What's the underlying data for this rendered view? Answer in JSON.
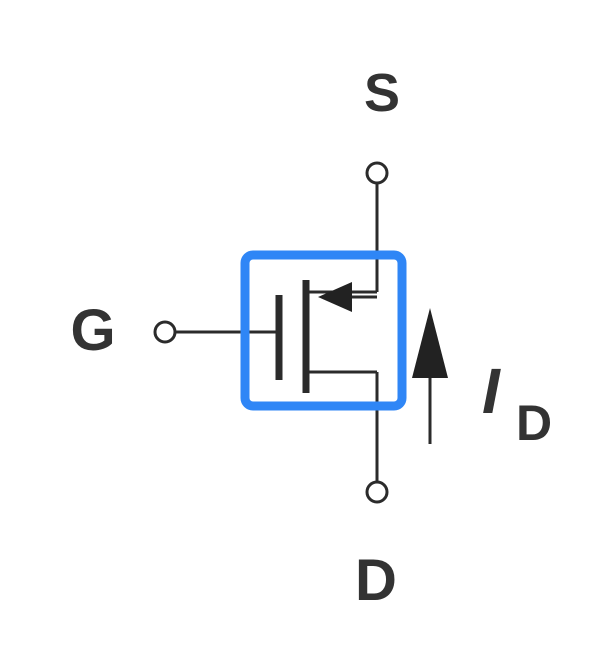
{
  "labels": {
    "source": "S",
    "gate": "G",
    "drain": "D",
    "current_main": "I",
    "current_sub": "D"
  },
  "highlight_color": "#2f86f6",
  "symbol": "pmos-transistor"
}
